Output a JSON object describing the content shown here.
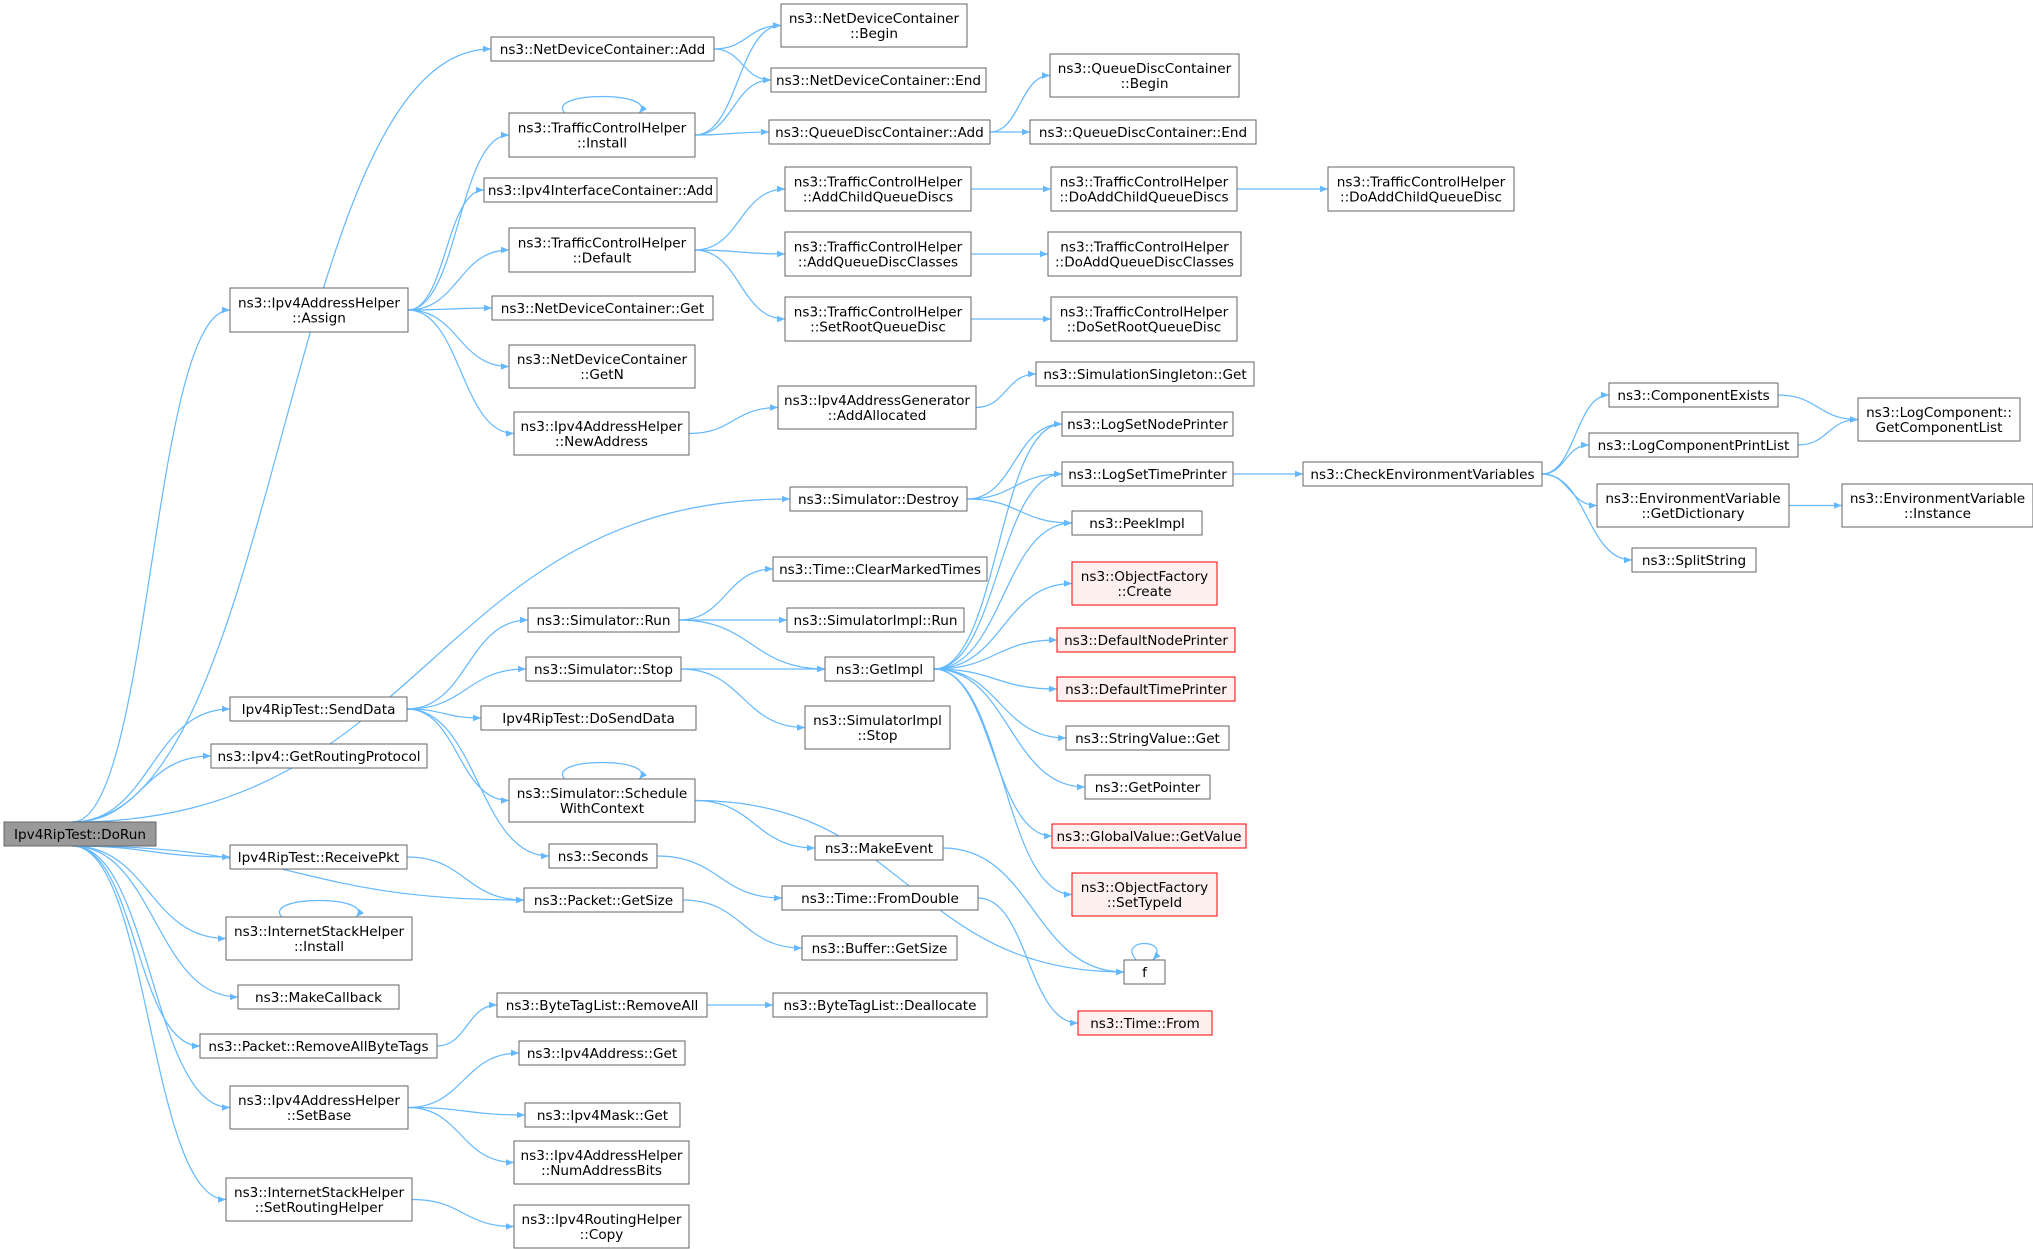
{
  "colors": {
    "edge": "#63b8ff",
    "box_stroke": "#666666",
    "box_fill": "#ffffff",
    "root_fill": "#999999",
    "root_stroke": "#666666",
    "missing_stroke": "#ff0000",
    "missing_fill": "#fff0f0",
    "text": "#000000"
  },
  "nodes": [
    {
      "id": "root",
      "lines": [
        "Ipv4RipTest::DoRun"
      ],
      "style": "root"
    },
    {
      "id": "ndc_add",
      "lines": [
        "ns3::NetDeviceContainer::Add"
      ]
    },
    {
      "id": "ndc_begin",
      "lines": [
        "ns3::NetDeviceContainer",
        "::Begin"
      ]
    },
    {
      "id": "ndc_end",
      "lines": [
        "ns3::NetDeviceContainer::End"
      ]
    },
    {
      "id": "tch_install",
      "lines": [
        "ns3::TrafficControlHelper",
        "::Install"
      ]
    },
    {
      "id": "qdc_add",
      "lines": [
        "ns3::QueueDiscContainer::Add"
      ]
    },
    {
      "id": "qdc_begin",
      "lines": [
        "ns3::QueueDiscContainer",
        "::Begin"
      ]
    },
    {
      "id": "qdc_end",
      "lines": [
        "ns3::QueueDiscContainer::End"
      ]
    },
    {
      "id": "iic_add",
      "lines": [
        "ns3::Ipv4InterfaceContainer::Add"
      ]
    },
    {
      "id": "tch_default",
      "lines": [
        "ns3::TrafficControlHelper",
        "::Default"
      ]
    },
    {
      "id": "tch_addchild",
      "lines": [
        "ns3::TrafficControlHelper",
        "::AddChildQueueDiscs"
      ]
    },
    {
      "id": "tch_doaddchilds",
      "lines": [
        "ns3::TrafficControlHelper",
        "::DoAddChildQueueDiscs"
      ]
    },
    {
      "id": "tch_doaddchild",
      "lines": [
        "ns3::TrafficControlHelper",
        "::DoAddChildQueueDisc"
      ]
    },
    {
      "id": "tch_addclasses",
      "lines": [
        "ns3::TrafficControlHelper",
        "::AddQueueDiscClasses"
      ]
    },
    {
      "id": "tch_doaddclasses",
      "lines": [
        "ns3::TrafficControlHelper",
        "::DoAddQueueDiscClasses"
      ]
    },
    {
      "id": "tch_setroot",
      "lines": [
        "ns3::TrafficControlHelper",
        "::SetRootQueueDisc"
      ]
    },
    {
      "id": "tch_dosetroot",
      "lines": [
        "ns3::TrafficControlHelper",
        "::DoSetRootQueueDisc"
      ]
    },
    {
      "id": "iah_assign",
      "lines": [
        "ns3::Ipv4AddressHelper",
        "::Assign"
      ]
    },
    {
      "id": "ndc_get",
      "lines": [
        "ns3::NetDeviceContainer::Get"
      ]
    },
    {
      "id": "ndc_getn",
      "lines": [
        "ns3::NetDeviceContainer",
        "::GetN"
      ]
    },
    {
      "id": "iah_newaddr",
      "lines": [
        "ns3::Ipv4AddressHelper",
        "::NewAddress"
      ]
    },
    {
      "id": "iag_addalloc",
      "lines": [
        "ns3::Ipv4AddressGenerator",
        "::AddAllocated"
      ]
    },
    {
      "id": "sim_singleton_get",
      "lines": [
        "ns3::SimulationSingleton::Get"
      ]
    },
    {
      "id": "sim_destroy",
      "lines": [
        "ns3::Simulator::Destroy"
      ]
    },
    {
      "id": "log_setnode",
      "lines": [
        "ns3::LogSetNodePrinter"
      ]
    },
    {
      "id": "log_settime",
      "lines": [
        "ns3::LogSetTimePrinter"
      ]
    },
    {
      "id": "peekimpl",
      "lines": [
        "ns3::PeekImpl"
      ]
    },
    {
      "id": "checkenv",
      "lines": [
        "ns3::CheckEnvironmentVariables"
      ]
    },
    {
      "id": "compexists",
      "lines": [
        "ns3::ComponentExists"
      ]
    },
    {
      "id": "logcomp_printlist",
      "lines": [
        "ns3::LogComponentPrintList"
      ]
    },
    {
      "id": "logcomp_getlist",
      "lines": [
        "ns3::LogComponent::",
        "GetComponentList"
      ]
    },
    {
      "id": "envvar_getdict",
      "lines": [
        "ns3::EnvironmentVariable",
        "::GetDictionary"
      ]
    },
    {
      "id": "envvar_instance",
      "lines": [
        "ns3::EnvironmentVariable",
        "::Instance"
      ]
    },
    {
      "id": "splitstring",
      "lines": [
        "ns3::SplitString"
      ]
    },
    {
      "id": "time_clearmarked",
      "lines": [
        "ns3::Time::ClearMarkedTimes"
      ]
    },
    {
      "id": "sim_run",
      "lines": [
        "ns3::Simulator::Run"
      ]
    },
    {
      "id": "simimpl_run",
      "lines": [
        "ns3::SimulatorImpl::Run"
      ]
    },
    {
      "id": "objfactory_create",
      "lines": [
        "ns3::ObjectFactory",
        "::Create"
      ],
      "style": "missing"
    },
    {
      "id": "defnodeprinter",
      "lines": [
        "ns3::DefaultNodePrinter"
      ],
      "style": "missing"
    },
    {
      "id": "deftimeprinter",
      "lines": [
        "ns3::DefaultTimePrinter"
      ],
      "style": "missing"
    },
    {
      "id": "getimpl",
      "lines": [
        "ns3::GetImpl"
      ]
    },
    {
      "id": "sim_stop",
      "lines": [
        "ns3::Simulator::Stop"
      ]
    },
    {
      "id": "senddata",
      "lines": [
        "Ipv4RipTest::SendData"
      ]
    },
    {
      "id": "dosenddata",
      "lines": [
        "Ipv4RipTest::DoSendData"
      ]
    },
    {
      "id": "simimpl_stop",
      "lines": [
        "ns3::SimulatorImpl",
        "::Stop"
      ]
    },
    {
      "id": "stringvalue_get",
      "lines": [
        "ns3::StringValue::Get"
      ]
    },
    {
      "id": "getpointer",
      "lines": [
        "ns3::GetPointer"
      ]
    },
    {
      "id": "ipv4_getrouting",
      "lines": [
        "ns3::Ipv4::GetRoutingProtocol"
      ]
    },
    {
      "id": "sim_schedctx",
      "lines": [
        "ns3::Simulator::Schedule",
        "WithContext"
      ]
    },
    {
      "id": "gv_getvalue",
      "lines": [
        "ns3::GlobalValue::GetValue"
      ],
      "style": "missing"
    },
    {
      "id": "seconds",
      "lines": [
        "ns3::Seconds"
      ]
    },
    {
      "id": "makeevent",
      "lines": [
        "ns3::MakeEvent"
      ]
    },
    {
      "id": "receivepkt",
      "lines": [
        "Ipv4RipTest::ReceivePkt"
      ]
    },
    {
      "id": "objfactory_settype",
      "lines": [
        "ns3::ObjectFactory",
        "::SetTypeId"
      ],
      "style": "missing"
    },
    {
      "id": "time_fromdouble",
      "lines": [
        "ns3::Time::FromDouble"
      ]
    },
    {
      "id": "packet_getsize",
      "lines": [
        "ns3::Packet::GetSize"
      ]
    },
    {
      "id": "ish_install",
      "lines": [
        "ns3::InternetStackHelper",
        "::Install"
      ]
    },
    {
      "id": "buffer_getsize",
      "lines": [
        "ns3::Buffer::GetSize"
      ]
    },
    {
      "id": "f",
      "lines": [
        "f"
      ]
    },
    {
      "id": "makecallback",
      "lines": [
        "ns3::MakeCallback"
      ]
    },
    {
      "id": "btl_removeall",
      "lines": [
        "ns3::ByteTagList::RemoveAll"
      ]
    },
    {
      "id": "btl_dealloc",
      "lines": [
        "ns3::ByteTagList::Deallocate"
      ]
    },
    {
      "id": "time_from",
      "lines": [
        "ns3::Time::From"
      ],
      "style": "missing"
    },
    {
      "id": "packet_removeallbyte",
      "lines": [
        "ns3::Packet::RemoveAllByteTags"
      ]
    },
    {
      "id": "ipv4addr_get",
      "lines": [
        "ns3::Ipv4Address::Get"
      ]
    },
    {
      "id": "iah_setbase",
      "lines": [
        "ns3::Ipv4AddressHelper",
        "::SetBase"
      ]
    },
    {
      "id": "ipv4mask_get",
      "lines": [
        "ns3::Ipv4Mask::Get"
      ]
    },
    {
      "id": "iah_numaddrbits",
      "lines": [
        "ns3::Ipv4AddressHelper",
        "::NumAddressBits"
      ]
    },
    {
      "id": "ish_setrouting",
      "lines": [
        "ns3::InternetStackHelper",
        "::SetRoutingHelper"
      ]
    },
    {
      "id": "irh_copy",
      "lines": [
        "ns3::Ipv4RoutingHelper",
        "::Copy"
      ]
    }
  ],
  "edges": [
    [
      "root",
      "ndc_add"
    ],
    [
      "root",
      "iah_assign"
    ],
    [
      "root",
      "sim_destroy"
    ],
    [
      "root",
      "senddata"
    ],
    [
      "root",
      "ipv4_getrouting"
    ],
    [
      "root",
      "receivepkt"
    ],
    [
      "root",
      "packet_getsize"
    ],
    [
      "root",
      "ish_install"
    ],
    [
      "root",
      "makecallback"
    ],
    [
      "root",
      "packet_removeallbyte"
    ],
    [
      "root",
      "iah_setbase"
    ],
    [
      "root",
      "ish_setrouting"
    ],
    [
      "ndc_add",
      "ndc_begin"
    ],
    [
      "ndc_add",
      "ndc_end"
    ],
    [
      "tch_install",
      "ndc_begin"
    ],
    [
      "tch_install",
      "ndc_end"
    ],
    [
      "tch_install",
      "qdc_add"
    ],
    [
      "tch_install",
      "tch_install"
    ],
    [
      "qdc_add",
      "qdc_begin"
    ],
    [
      "qdc_add",
      "qdc_end"
    ],
    [
      "iah_assign",
      "tch_install"
    ],
    [
      "iah_assign",
      "iic_add"
    ],
    [
      "iah_assign",
      "tch_default"
    ],
    [
      "iah_assign",
      "ndc_get"
    ],
    [
      "iah_assign",
      "ndc_getn"
    ],
    [
      "iah_assign",
      "iah_newaddr"
    ],
    [
      "tch_default",
      "tch_addchild"
    ],
    [
      "tch_default",
      "tch_addclasses"
    ],
    [
      "tch_default",
      "tch_setroot"
    ],
    [
      "tch_addchild",
      "tch_doaddchilds"
    ],
    [
      "tch_doaddchilds",
      "tch_doaddchild"
    ],
    [
      "tch_addclasses",
      "tch_doaddclasses"
    ],
    [
      "tch_setroot",
      "tch_dosetroot"
    ],
    [
      "iah_newaddr",
      "iag_addalloc"
    ],
    [
      "iag_addalloc",
      "sim_singleton_get"
    ],
    [
      "sim_destroy",
      "log_setnode"
    ],
    [
      "sim_destroy",
      "log_settime"
    ],
    [
      "sim_destroy",
      "peekimpl"
    ],
    [
      "log_settime",
      "checkenv"
    ],
    [
      "checkenv",
      "compexists"
    ],
    [
      "checkenv",
      "logcomp_printlist"
    ],
    [
      "checkenv",
      "envvar_getdict"
    ],
    [
      "checkenv",
      "splitstring"
    ],
    [
      "compexists",
      "logcomp_getlist"
    ],
    [
      "logcomp_printlist",
      "logcomp_getlist"
    ],
    [
      "envvar_getdict",
      "envvar_instance"
    ],
    [
      "senddata",
      "sim_run"
    ],
    [
      "senddata",
      "sim_stop"
    ],
    [
      "senddata",
      "dosenddata"
    ],
    [
      "senddata",
      "sim_schedctx"
    ],
    [
      "senddata",
      "seconds"
    ],
    [
      "sim_run",
      "time_clearmarked"
    ],
    [
      "sim_run",
      "simimpl_run"
    ],
    [
      "sim_run",
      "getimpl"
    ],
    [
      "sim_stop",
      "getimpl"
    ],
    [
      "sim_stop",
      "simimpl_stop"
    ],
    [
      "getimpl",
      "log_setnode"
    ],
    [
      "getimpl",
      "log_settime"
    ],
    [
      "getimpl",
      "peekimpl"
    ],
    [
      "getimpl",
      "objfactory_create"
    ],
    [
      "getimpl",
      "defnodeprinter"
    ],
    [
      "getimpl",
      "deftimeprinter"
    ],
    [
      "getimpl",
      "stringvalue_get"
    ],
    [
      "getimpl",
      "getpointer"
    ],
    [
      "getimpl",
      "gv_getvalue"
    ],
    [
      "getimpl",
      "objfactory_settype"
    ],
    [
      "sim_schedctx",
      "sim_schedctx"
    ],
    [
      "sim_schedctx",
      "makeevent"
    ],
    [
      "sim_schedctx",
      "f"
    ],
    [
      "makeevent",
      "f"
    ],
    [
      "f",
      "f"
    ],
    [
      "seconds",
      "time_fromdouble"
    ],
    [
      "time_fromdouble",
      "time_from"
    ],
    [
      "receivepkt",
      "packet_getsize"
    ],
    [
      "packet_getsize",
      "buffer_getsize"
    ],
    [
      "ish_install",
      "ish_install"
    ],
    [
      "packet_removeallbyte",
      "btl_removeall"
    ],
    [
      "btl_removeall",
      "btl_dealloc"
    ],
    [
      "iah_setbase",
      "ipv4addr_get"
    ],
    [
      "iah_setbase",
      "ipv4mask_get"
    ],
    [
      "iah_setbase",
      "iah_numaddrbits"
    ],
    [
      "ish_setrouting",
      "irh_copy"
    ]
  ]
}
